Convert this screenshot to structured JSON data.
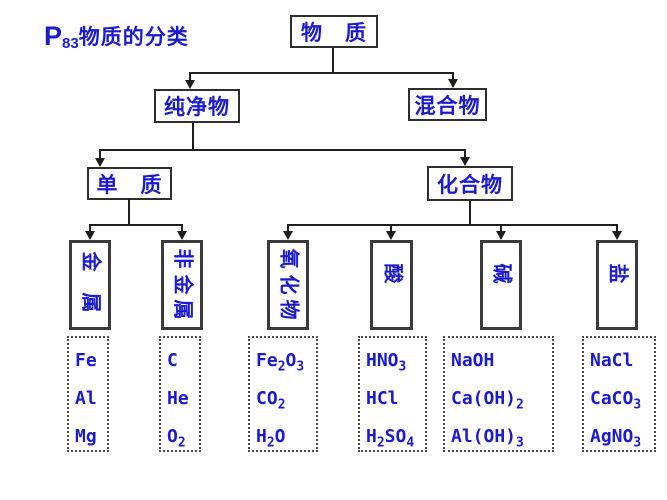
{
  "title": {
    "prefix": "P",
    "subscript": "83",
    "text": "物质的分类"
  },
  "colors": {
    "accent_blue": "#1a1ad2",
    "line_black": "#1e1e1e",
    "border_dark": "#2e2e2e"
  },
  "tree": {
    "matter": "物　质",
    "pure": "纯净物",
    "mixture": "混合物",
    "element": "单　质",
    "compound": "化合物"
  },
  "categories": {
    "metal": {
      "label": "金属",
      "items": [
        "Fe",
        "Al",
        "Mg"
      ]
    },
    "nonmetal": {
      "label": "非金属",
      "items": [
        "C",
        "He",
        "O_2"
      ]
    },
    "oxide": {
      "label": "氧化物",
      "items": [
        "Fe_2O_3",
        "CO_2",
        "H_2O"
      ]
    },
    "acid": {
      "label": "酸",
      "items": [
        "HNO_3",
        "HCl",
        "H_2SO_4"
      ]
    },
    "base": {
      "label": "碱",
      "items": [
        "NaOH",
        "Ca(OH)_2",
        "Al(OH)_3"
      ]
    },
    "salt": {
      "label": "盐",
      "items": [
        "NaCl",
        "CaCO_3",
        "AgNO_3"
      ]
    }
  }
}
